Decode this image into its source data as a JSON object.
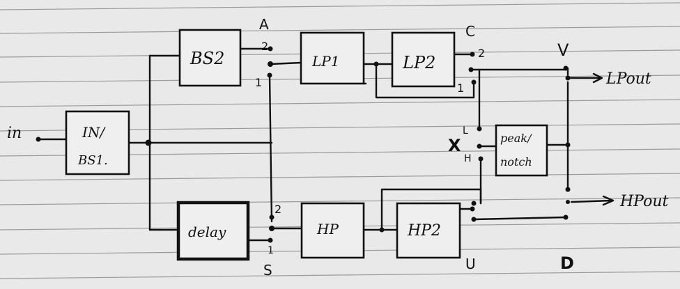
{
  "labels": {
    "in": "in",
    "in_box_1": "IN/",
    "in_box_2": "BS1.",
    "bs2": "BS2",
    "lp1": "LP1",
    "lp2": "LP2",
    "delay": "delay",
    "hp": "HP",
    "hp2": "HP2",
    "peak_1": "peak/",
    "peak_2": "notch",
    "switch_a": "A",
    "switch_c": "C",
    "switch_v": "V",
    "switch_x": "X",
    "switch_s": "S",
    "switch_u": "U",
    "switch_d": "D",
    "pos_l": "L",
    "pos_h": "H",
    "a_pos2": "2",
    "a_pos1": "1",
    "c_pos2": "2",
    "c_pos1": "1",
    "s_pos2": "2",
    "s_pos1": "1",
    "lp_out": "LPout",
    "hp_out": "HPout"
  }
}
